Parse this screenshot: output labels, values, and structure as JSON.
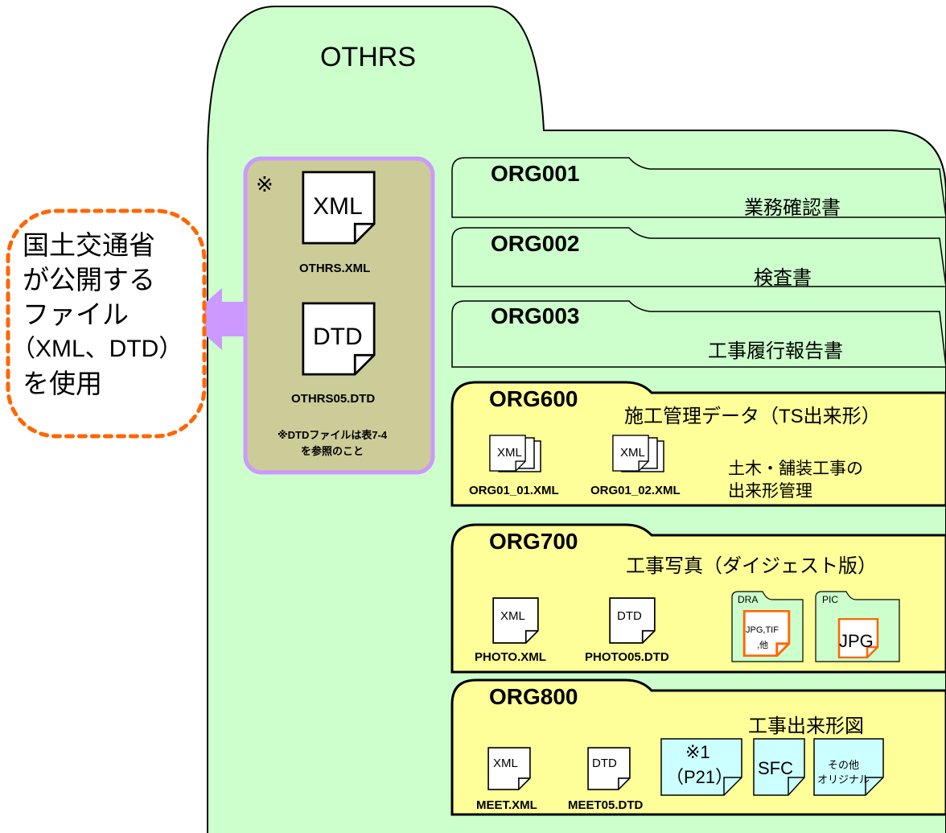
{
  "root": {
    "title": "OTHRS"
  },
  "publicFiles": {
    "asterisk": "※",
    "xmlIcon": "XML",
    "xmlName": "OTHRS.XML",
    "dtdIcon": "DTD",
    "dtdName": "OTHRS05.DTD",
    "note1": "※DTDファイルは表7-4",
    "note2": "を参照のこと"
  },
  "callout": {
    "lines": [
      "国土交通省",
      "が公開する",
      "ファイル",
      "（XML、DTD）",
      "を使用"
    ]
  },
  "folders": {
    "org001": {
      "name": "ORG001",
      "desc": "業務確認書"
    },
    "org002": {
      "name": "ORG002",
      "desc": "検査書"
    },
    "org003": {
      "name": "ORG003",
      "desc": "工事履行報告書"
    },
    "org600": {
      "name": "ORG600",
      "desc": "施工管理データ（TS出来形）",
      "file1Icon": "XML",
      "file1Name": "ORG01_01.XML",
      "file2Icon": "XML",
      "file2Name": "ORG01_02.XML",
      "note1": "土木・舗装工事の",
      "note2": "出来形管理"
    },
    "org700": {
      "name": "ORG700",
      "desc": "工事写真（ダイジェスト版）",
      "xmlIcon": "XML",
      "xmlName": "PHOTO.XML",
      "dtdIcon": "DTD",
      "dtdName": "PHOTO05.DTD",
      "draLabel": "DRA",
      "draFile1": "JPG,TIF",
      "draFile2": ",他",
      "picLabel": "PIC",
      "picFile": "JPG"
    },
    "org800": {
      "name": "ORG800",
      "desc": "工事出来形図",
      "xmlIcon": "XML",
      "xmlName": "MEET.XML",
      "dtdIcon": "DTD",
      "dtdName": "MEET05.DTD",
      "p21Line1": "※1",
      "p21Line2": "（P21）",
      "sfcLabel": "SFC",
      "otherLine1": "その他",
      "otherLine2": "オリジナル"
    }
  },
  "colors": {
    "rootFill": "#ccffcc",
    "subFill": "#ffff99",
    "publicFill": "#cccc99",
    "publicBorder": "#cc99ff",
    "calloutBorder": "#ff6600",
    "arrowFill": "#cc99ff",
    "p21Fill": "#ccffff",
    "orangeFile": "#ff6600"
  }
}
